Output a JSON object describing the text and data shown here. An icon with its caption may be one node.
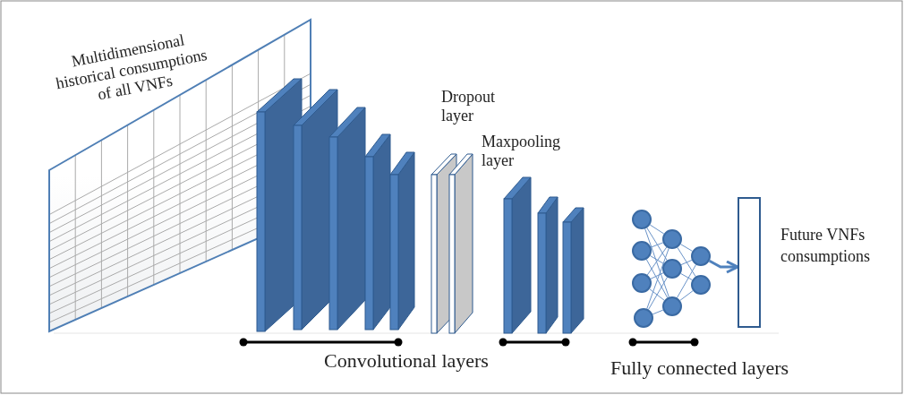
{
  "diagram": {
    "nodes": [
      {
        "text": [
          "Multidimensional historical consumptions of all VNFs"
        ]
      },
      {
        "text": [],
        "shape": "circle"
      },
      {
        "text": [],
        "shape": "circle"
      },
      {
        "text": [],
        "shape": "circle"
      },
      {
        "text": [],
        "shape": "circle"
      },
      {
        "text": [],
        "shape": "circle"
      },
      {
        "text": [],
        "shape": "circle"
      },
      {
        "text": [],
        "shape": "circle"
      },
      {
        "text": [],
        "shape": "circle"
      },
      {
        "text": [],
        "shape": "circle"
      },
      {
        "text": [],
        "shape": "box",
        "beside": [
          "Future VNFs consumptions"
        ]
      }
    ],
    "edges": [
      {
        "from": 1,
        "to": 5,
        "arrow": "none"
      },
      {
        "from": 1,
        "to": 6,
        "arrow": "none"
      },
      {
        "from": 1,
        "to": 7,
        "arrow": "none"
      },
      {
        "from": 2,
        "to": 5,
        "arrow": "none"
      },
      {
        "from": 2,
        "to": 6,
        "arrow": "none"
      },
      {
        "from": 2,
        "to": 7,
        "arrow": "none"
      },
      {
        "from": 3,
        "to": 5,
        "arrow": "none"
      },
      {
        "from": 3,
        "to": 6,
        "arrow": "none"
      },
      {
        "from": 3,
        "to": 7,
        "arrow": "none"
      },
      {
        "from": 4,
        "to": 5,
        "arrow": "none"
      },
      {
        "from": 4,
        "to": 6,
        "arrow": "none"
      },
      {
        "from": 4,
        "to": 7,
        "arrow": "none"
      },
      {
        "from": 5,
        "to": 8,
        "arrow": "none"
      },
      {
        "from": 5,
        "to": 9,
        "arrow": "none"
      },
      {
        "from": 6,
        "to": 8,
        "arrow": "none"
      },
      {
        "from": 6,
        "to": 9,
        "arrow": "none"
      },
      {
        "from": 7,
        "to": 8,
        "arrow": "none"
      },
      {
        "from": 7,
        "to": 9,
        "arrow": "none"
      },
      {
        "from": 8,
        "to": 10,
        "arrow": "to",
        "style": "thick"
      }
    ],
    "labels": [
      "Dropout layer",
      "Maxpooling layer",
      "Convolutional layers",
      "Fully connected layers"
    ]
  }
}
